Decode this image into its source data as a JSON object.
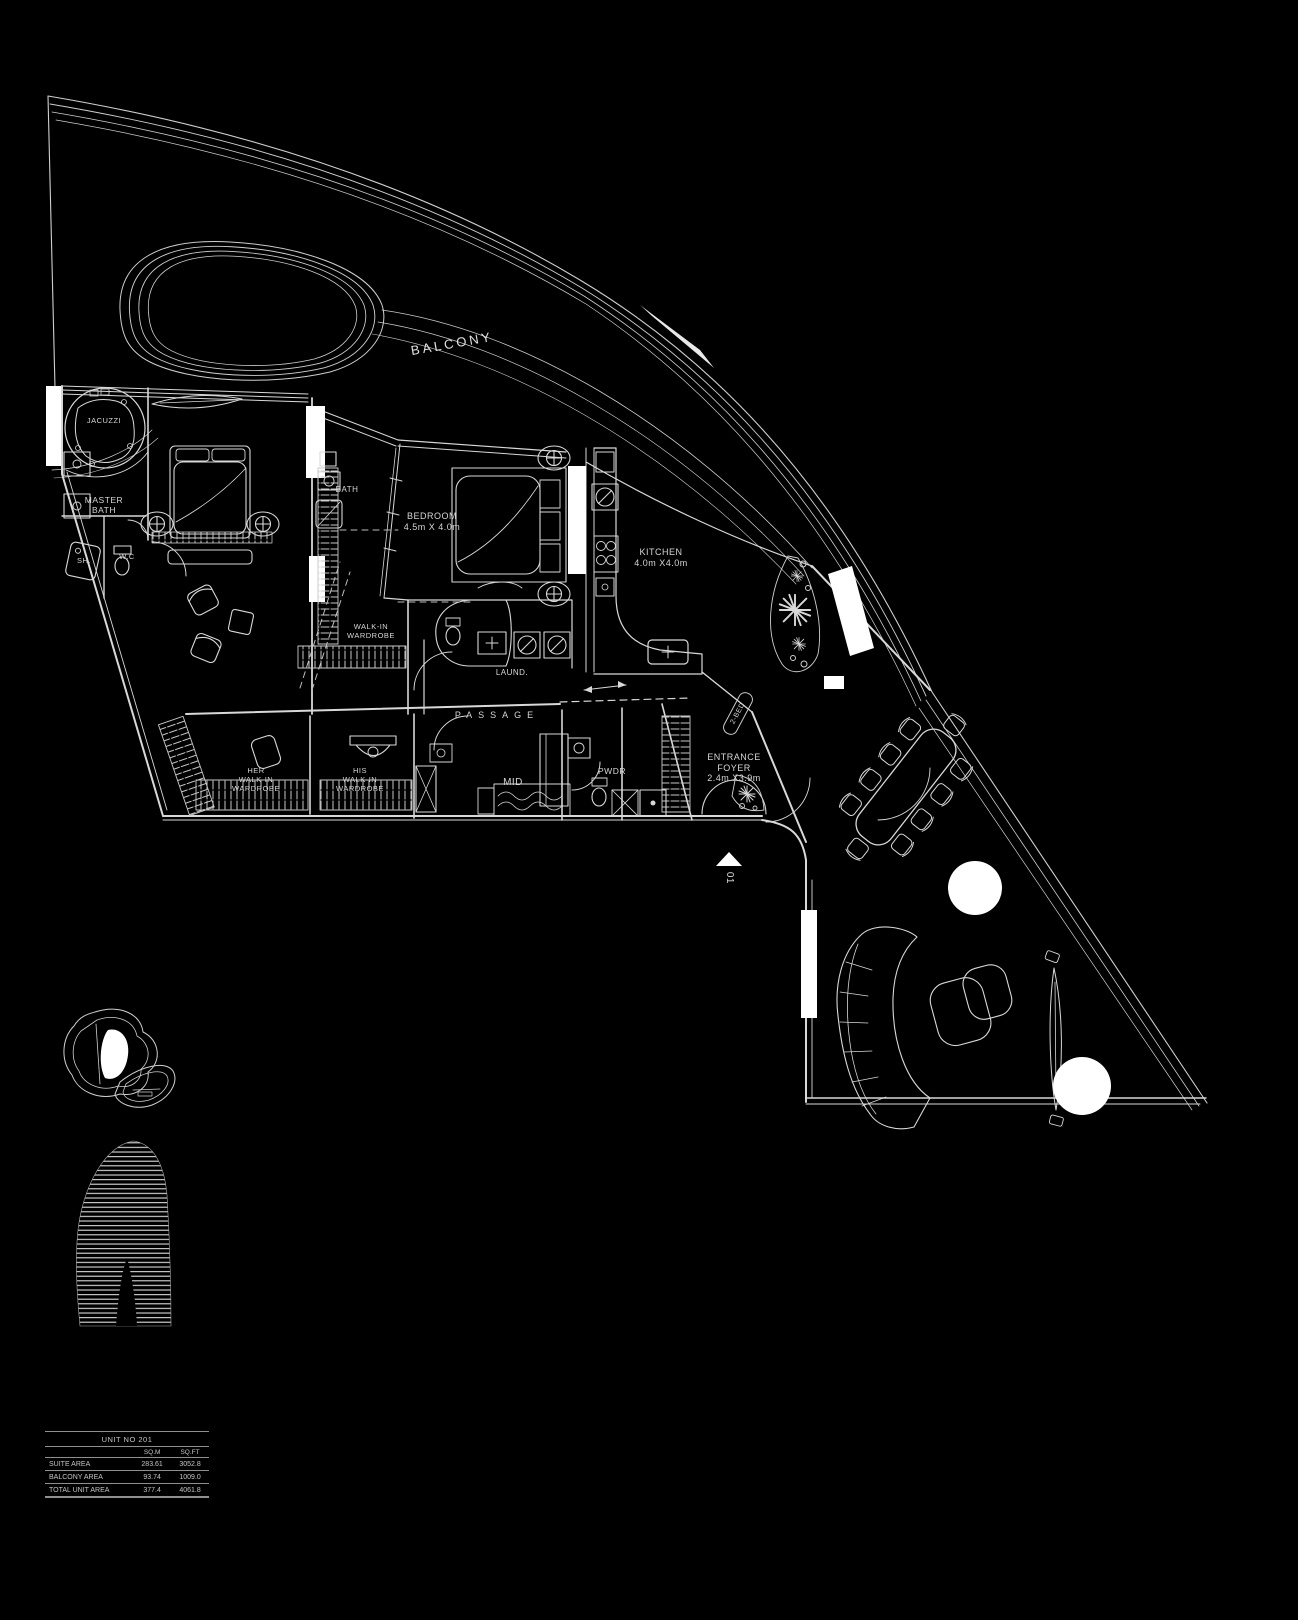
{
  "labels": {
    "balcony": "BALCONY",
    "jacuzzi": "JACUZZI",
    "master_bath_l1": "MASTER",
    "master_bath_l2": "BATH",
    "shower": "SH.",
    "wc": "W.C",
    "bath": "BATH",
    "bedroom_l1": "BEDROOM",
    "bedroom_l2": "4.5m X 4.0m",
    "kitchen_l1": "KITCHEN",
    "kitchen_l2": "4.0m X4.0m",
    "walkin_l1": "WALK-IN",
    "walkin_l2": "WARDROBE",
    "laundry": "LAUND.",
    "passage": "PASSAGE",
    "her_l1": "HER",
    "her_l2": "WALK-IN",
    "her_l3": "WARDROBE",
    "his_l1": "HIS",
    "his_l2": "WALK-IN",
    "his_l3": "WARDROBE",
    "mid": "MID",
    "powder": "PWDR",
    "foyer_l1": "ENTRANCE",
    "foyer_l2": "FOYER",
    "foyer_l3": "2.4m X3.9m",
    "unit_type": "2-BED",
    "unit_number": "01"
  },
  "area_table": {
    "title": "UNIT NO 201",
    "columns": [
      "SQ.M",
      "SQ.FT"
    ],
    "rows": [
      {
        "label": "SUITE AREA",
        "sqm": "283.61",
        "sqft": "3052.8"
      },
      {
        "label": "BALCONY AREA",
        "sqm": "93.74",
        "sqft": "1009.0"
      },
      {
        "label": "TOTAL UNIT AREA",
        "sqm": "377.4",
        "sqft": "4061.8"
      }
    ]
  },
  "colors": {
    "background": "#000000",
    "line": "#d8d8d8"
  }
}
